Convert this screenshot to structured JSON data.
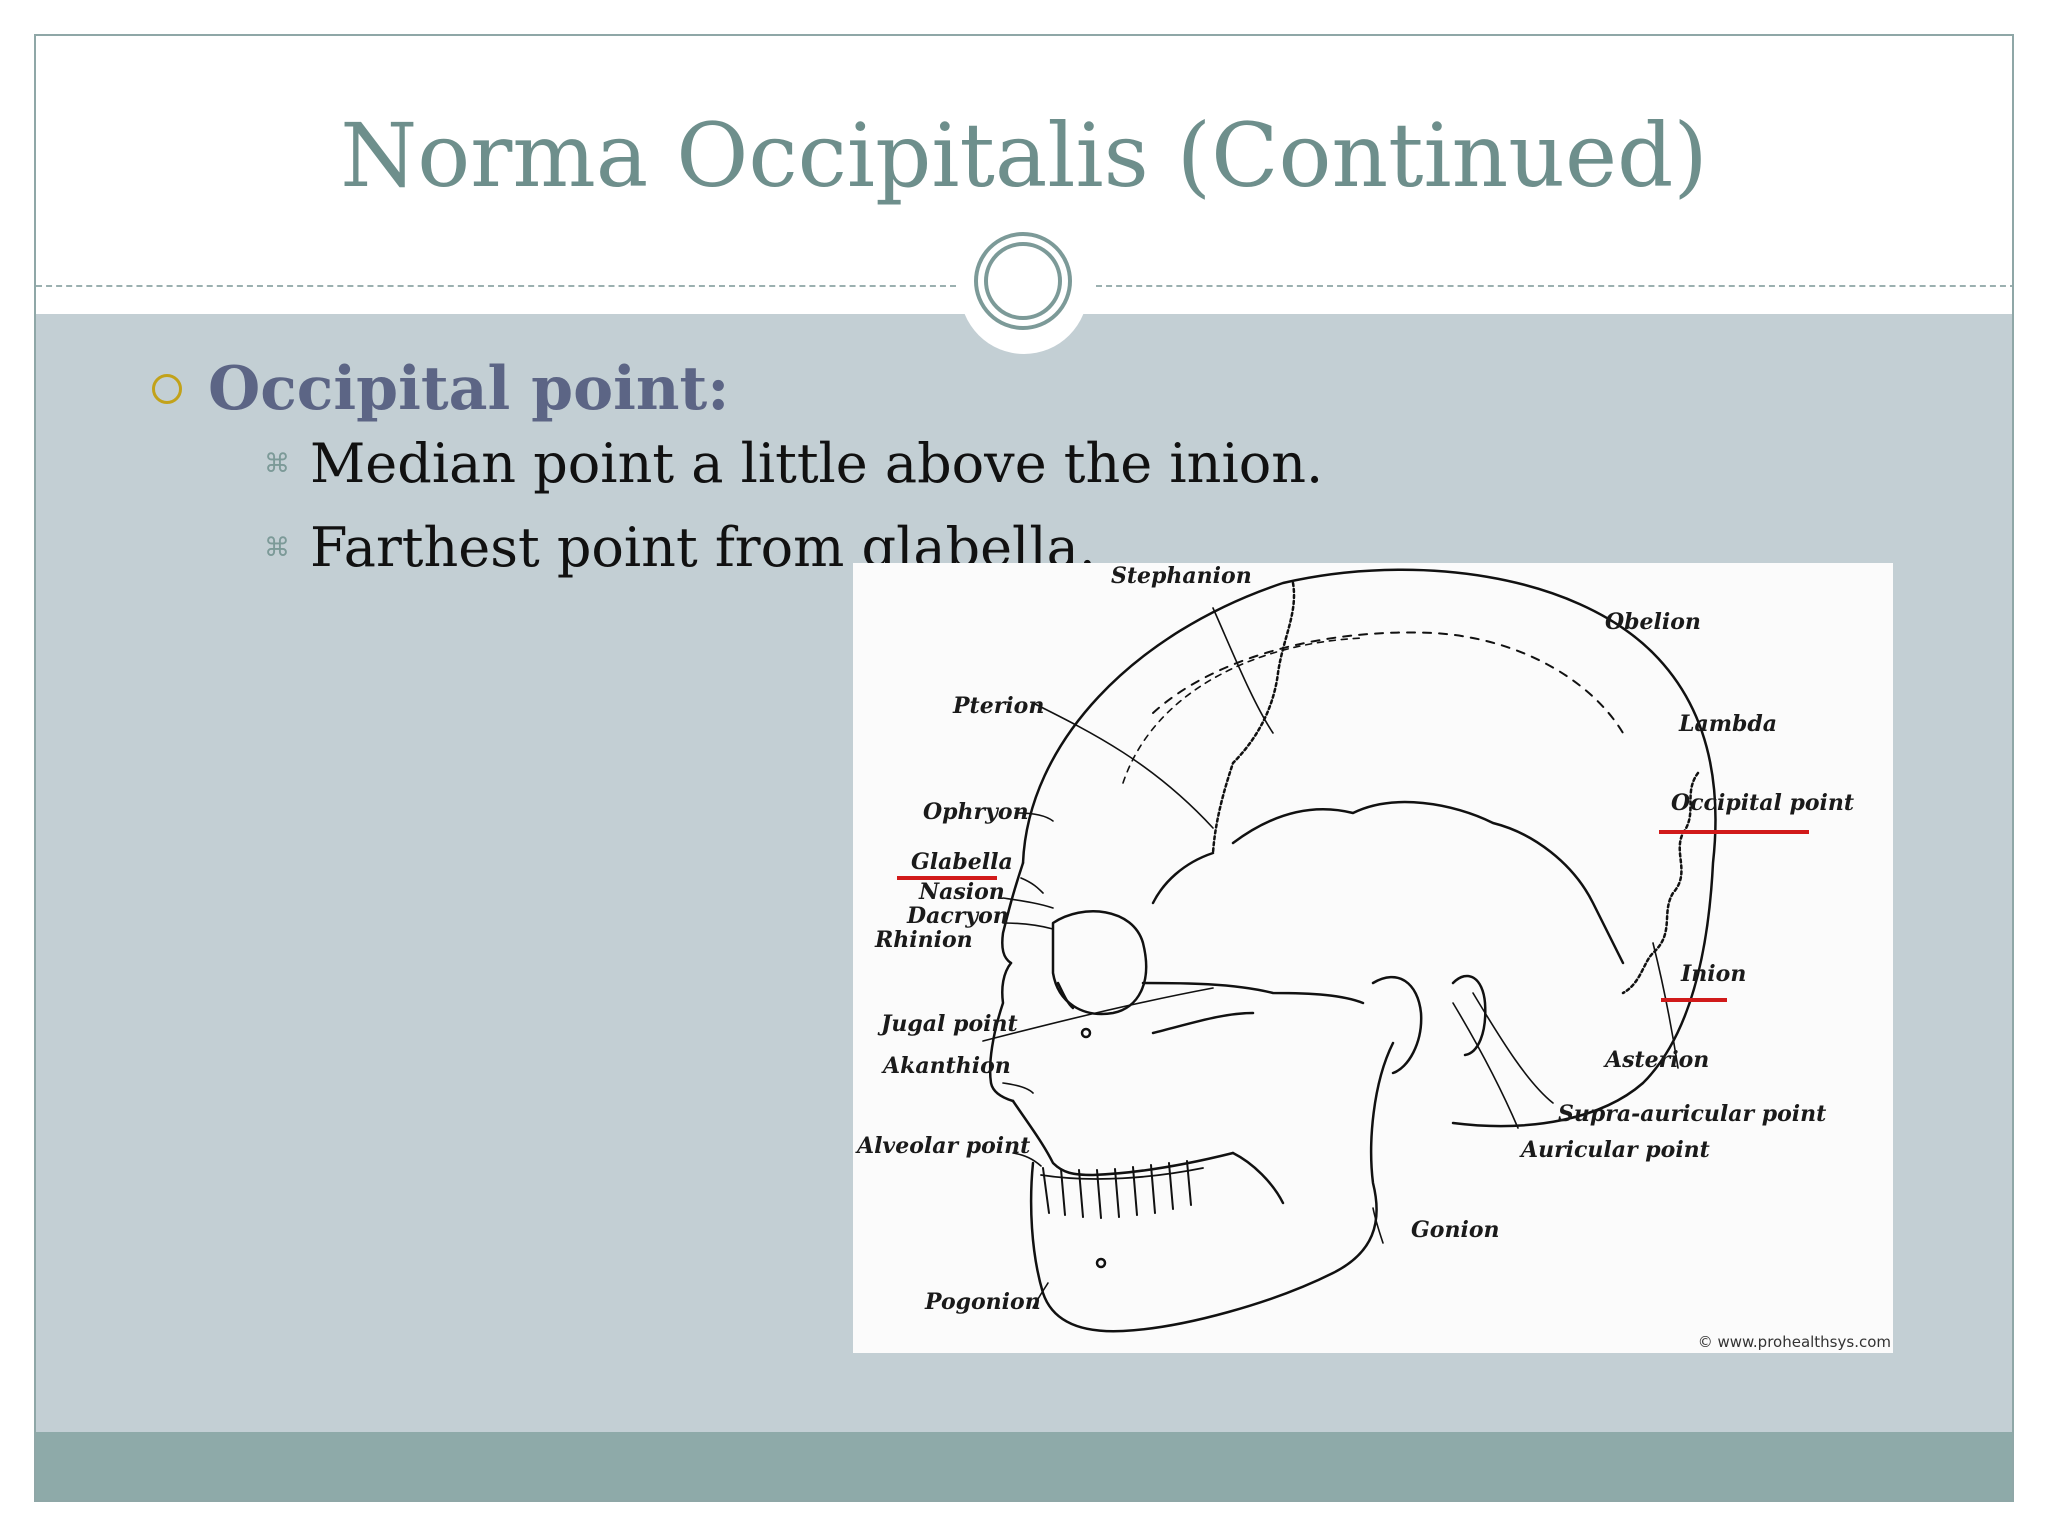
{
  "slide": {
    "title": "Norma Occipitalis (Continued)",
    "bullets": {
      "main": "Occipital point:",
      "sub": [
        "Median point a little above the inion.",
        "Farthest point from glabella."
      ]
    }
  },
  "figure": {
    "labels": {
      "stephanion": "Stephanion",
      "obelion": "Obelion",
      "pterion": "Pterion",
      "lambda": "Lambda",
      "ophryon": "Ophryon",
      "occipital_point": "Occipital point",
      "glabella": "Glabella",
      "nasion": "Nasion",
      "dacryon": "Dacryon",
      "rhinion": "Rhinion",
      "inion": "Inion",
      "jugal_point": "Jugal point",
      "akanthion": "Akanthion",
      "asterion": "Asterion",
      "supra_auricular_point": "Supra-auricular point",
      "alveolar_point": "Alveolar point",
      "auricular_point": "Auricular point",
      "gonion": "Gonion",
      "pogonion": "Pogonion"
    },
    "credit": "© www.prohealthsys.com",
    "highlight_color": "#d11a1a"
  },
  "colors": {
    "title": "#6e8f8c",
    "body_bg": "#c3cfd4",
    "footer_bg": "#8eaaa9",
    "bullet_main": "#5c6585",
    "bullet_ring": "#c2a21a"
  }
}
